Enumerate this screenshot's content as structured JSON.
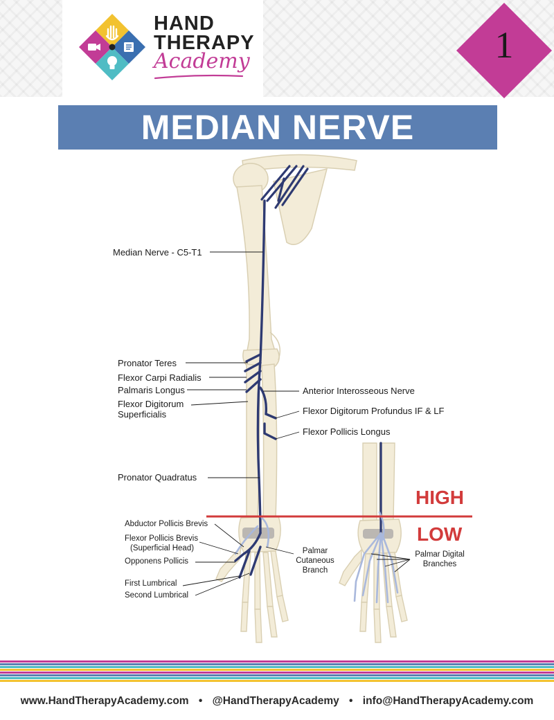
{
  "brand": {
    "line1": "HAND",
    "line2": "THERAPY",
    "line3": "Academy",
    "colors": {
      "yellow": "#f2c230",
      "magenta": "#c23c96",
      "blue": "#3a6fb0",
      "teal": "#4fbcc4",
      "dark": "#222222"
    },
    "icons": [
      "hand-icon",
      "video-icon",
      "book-icon",
      "lightbulb-icon"
    ]
  },
  "page_number": "1",
  "title": "MEDIAN NERVE",
  "labels": {
    "median_nerve": "Median Nerve - C5-T1",
    "pronator_teres": "Pronator Teres",
    "flexor_carpi_radialis": "Flexor Carpi Radialis",
    "palmaris_longus": "Palmaris Longus",
    "fds_line1": "Flexor Digitorum",
    "fds_line2": "Superficialis",
    "anterior_interosseous": "Anterior Interosseous Nerve",
    "fdp": "Flexor Digitorum Profundus IF & LF",
    "fpl": "Flexor Pollicis Longus",
    "pronator_quadratus": "Pronator Quadratus",
    "abductor_pollicis_brevis": "Abductor Pollicis Brevis",
    "fpb_line1": "Flexor Pollicis Brevis",
    "fpb_line2": "(Superficial Head)",
    "opponens_pollicis": "Opponens Pollicis",
    "first_lumbrical": "First Lumbrical",
    "second_lumbrical": "Second Lumbrical",
    "palmar_cutaneous_line1": "Palmar",
    "palmar_cutaneous_line2": "Cutaneous",
    "palmar_cutaneous_line3": "Branch",
    "palmar_digital_line1": "Palmar Digital",
    "palmar_digital_line2": "Branches",
    "high": "HIGH",
    "low": "LOW"
  },
  "colors": {
    "title_bar": "#5b7fb2",
    "nerve": "#2e3a72",
    "nerve_light": "#a9b8dc",
    "bone": "#f3ecd8",
    "bone_outline": "#d9cfb2",
    "high_low": "#d23b3b",
    "page_badge": "#c23c96"
  },
  "footer": {
    "website": "www.HandTherapyAcademy.com",
    "handle": "@HandTherapyAcademy",
    "email": "info@HandTherapyAcademy.com",
    "separator": "•",
    "stripe_colors": [
      "#c23c96",
      "#5b7fb2",
      "#4fbcc4",
      "#f2c230",
      "#c23c96",
      "#5b7fb2",
      "#4fbcc4",
      "#f2c230"
    ]
  }
}
